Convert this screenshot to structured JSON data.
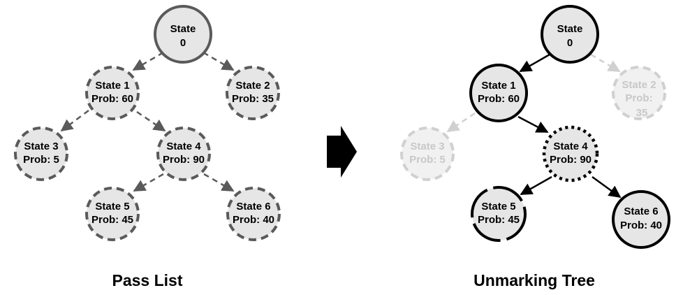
{
  "colors": {
    "node_fill": "#e6e6e6",
    "node_fill_faded": "#f1f1f1",
    "stroke_gray": "#5a5a5a",
    "stroke_black": "#000000",
    "stroke_faded": "#d0d0d0",
    "text_dark": "#000000",
    "text_faded": "#c8c8c8"
  },
  "pass_list": {
    "caption": "Pass List",
    "nodes": {
      "s0": {
        "lines": [
          "State",
          "0"
        ]
      },
      "s1": {
        "lines": [
          "State 1",
          "Prob: 60"
        ]
      },
      "s2": {
        "lines": [
          "State 2",
          "Prob: 35"
        ]
      },
      "s3": {
        "lines": [
          "State 3",
          "Prob: 5"
        ]
      },
      "s4": {
        "lines": [
          "State 4",
          "Prob: 90"
        ]
      },
      "s5": {
        "lines": [
          "State 5",
          "Prob: 45"
        ]
      },
      "s6": {
        "lines": [
          "State 6",
          "Prob: 40"
        ]
      }
    }
  },
  "arrow_icon": "right-arrow-icon",
  "unmarking_tree": {
    "caption": "Unmarking Tree",
    "nodes": {
      "s0": {
        "lines": [
          "State",
          "0"
        ]
      },
      "s1": {
        "lines": [
          "State 1",
          "Prob: 60"
        ]
      },
      "s2": {
        "lines": [
          "State 2",
          "Prob:",
          "35"
        ]
      },
      "s3": {
        "lines": [
          "State 3",
          "Prob: 5"
        ]
      },
      "s4": {
        "lines": [
          "State 4",
          "Prob: 90"
        ]
      },
      "s5": {
        "lines": [
          "State 5",
          "Prob: 45"
        ]
      },
      "s6": {
        "lines": [
          "State 6",
          "Prob: 40"
        ]
      }
    }
  }
}
